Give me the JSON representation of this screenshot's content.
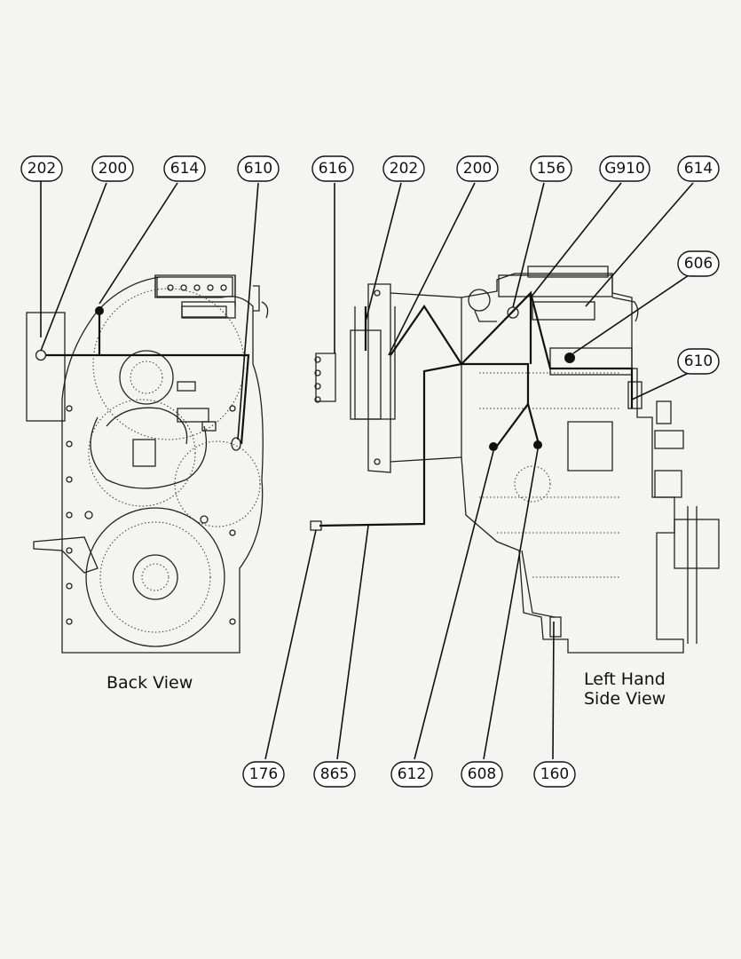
{
  "callouts_top": [
    "202",
    "200",
    "614",
    "610",
    "616",
    "202",
    "200",
    "156",
    "G910",
    "614",
    "606",
    "610"
  ],
  "callouts_bottom": [
    "176",
    "865",
    "612",
    "608",
    "160"
  ],
  "view_labels": {
    "back_view": "Back View",
    "side_view_line1": "Left Hand",
    "side_view_line2": "Side View"
  }
}
